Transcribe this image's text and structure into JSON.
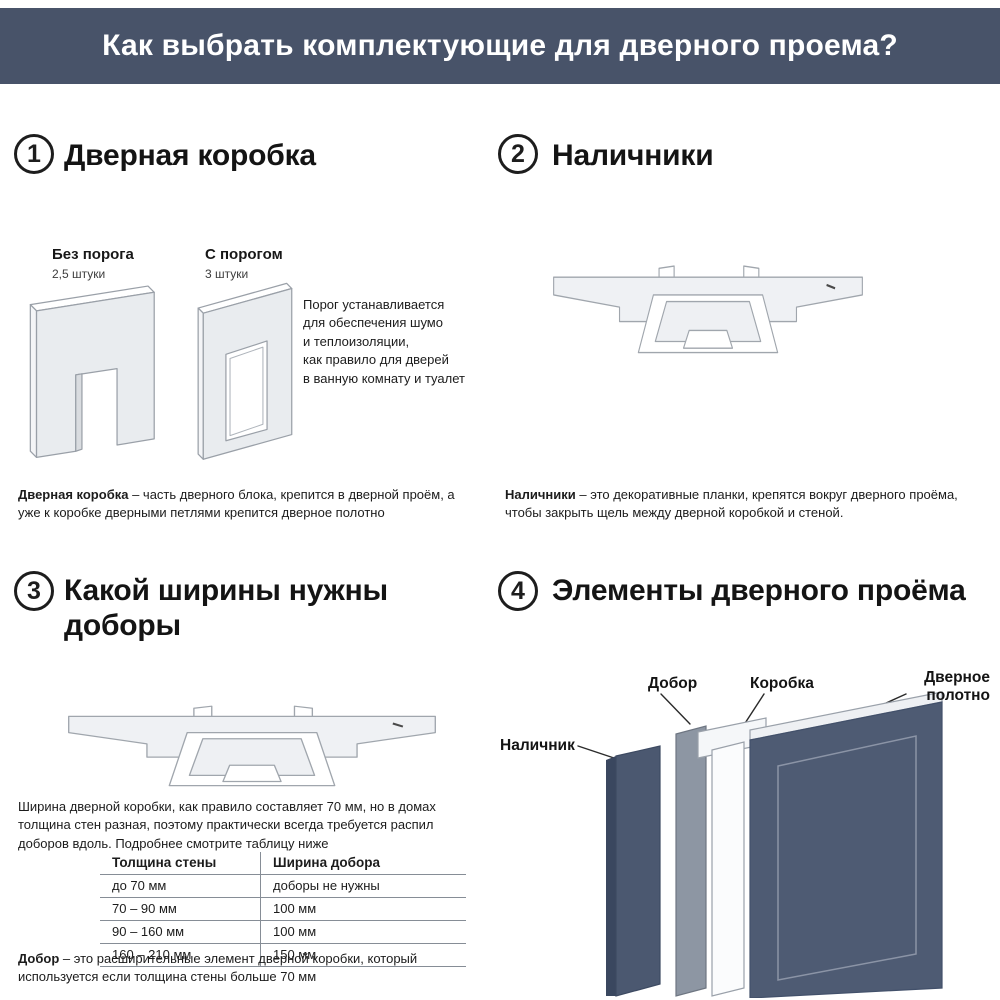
{
  "header": {
    "title": "Как выбрать комплектующие для дверного проема?"
  },
  "sections": {
    "s1": {
      "number": "1",
      "title": "Дверная коробка",
      "variant_a": {
        "label": "Без порога",
        "qty": "2,5 штуки"
      },
      "variant_b": {
        "label": "С порогом",
        "qty": "3 штуки"
      },
      "note": "Порог устанавливается\nдля обеспечения шумо\nи теплоизоляции,\nкак правило для дверей\nв ванную комнату и туалет",
      "term": "Дверная коробка",
      "definition": " – часть дверного блока, крепится в дверной проём, а уже к коробке дверными петлями крепится дверное полотно"
    },
    "s2": {
      "number": "2",
      "title": "Наличники",
      "term": "Наличники",
      "definition": " – это декоративные планки, крепятся вокруг дверного проёма, чтобы закрыть щель между дверной коробкой и стеной."
    },
    "s3": {
      "number": "3",
      "title": "Какой ширины нужны доборы",
      "intro": "Ширина дверной коробки, как правило составляет 70 мм, но в домах толщина стен разная, поэтому практически всегда требуется распил доборов вдоль. Подробнее смотрите таблицу ниже",
      "table": {
        "headers": [
          "Толщина стены",
          "Ширина добора"
        ],
        "rows": [
          [
            "до 70 мм",
            "доборы не нужны"
          ],
          [
            "70 – 90 мм",
            "100 мм"
          ],
          [
            "90 – 160 мм",
            "100 мм"
          ],
          [
            "160 – 210 мм",
            "150 мм"
          ]
        ]
      },
      "term": "Добор",
      "definition": " – это расширительные элемент дверной коробки, который используется если толщина стены больше 70 мм"
    },
    "s4": {
      "number": "4",
      "title": "Элементы дверного проёма",
      "labels": {
        "casing": "Наличник",
        "extension": "Добор",
        "frame": "Коробка",
        "leaf_line1": "Дверное",
        "leaf_line2": "полотно"
      }
    }
  },
  "colors": {
    "header_bg": "#485369",
    "panel_dark": "#4e5b73",
    "illustration_gray": "#e9ecef",
    "line_gray": "#9aa0a8"
  }
}
